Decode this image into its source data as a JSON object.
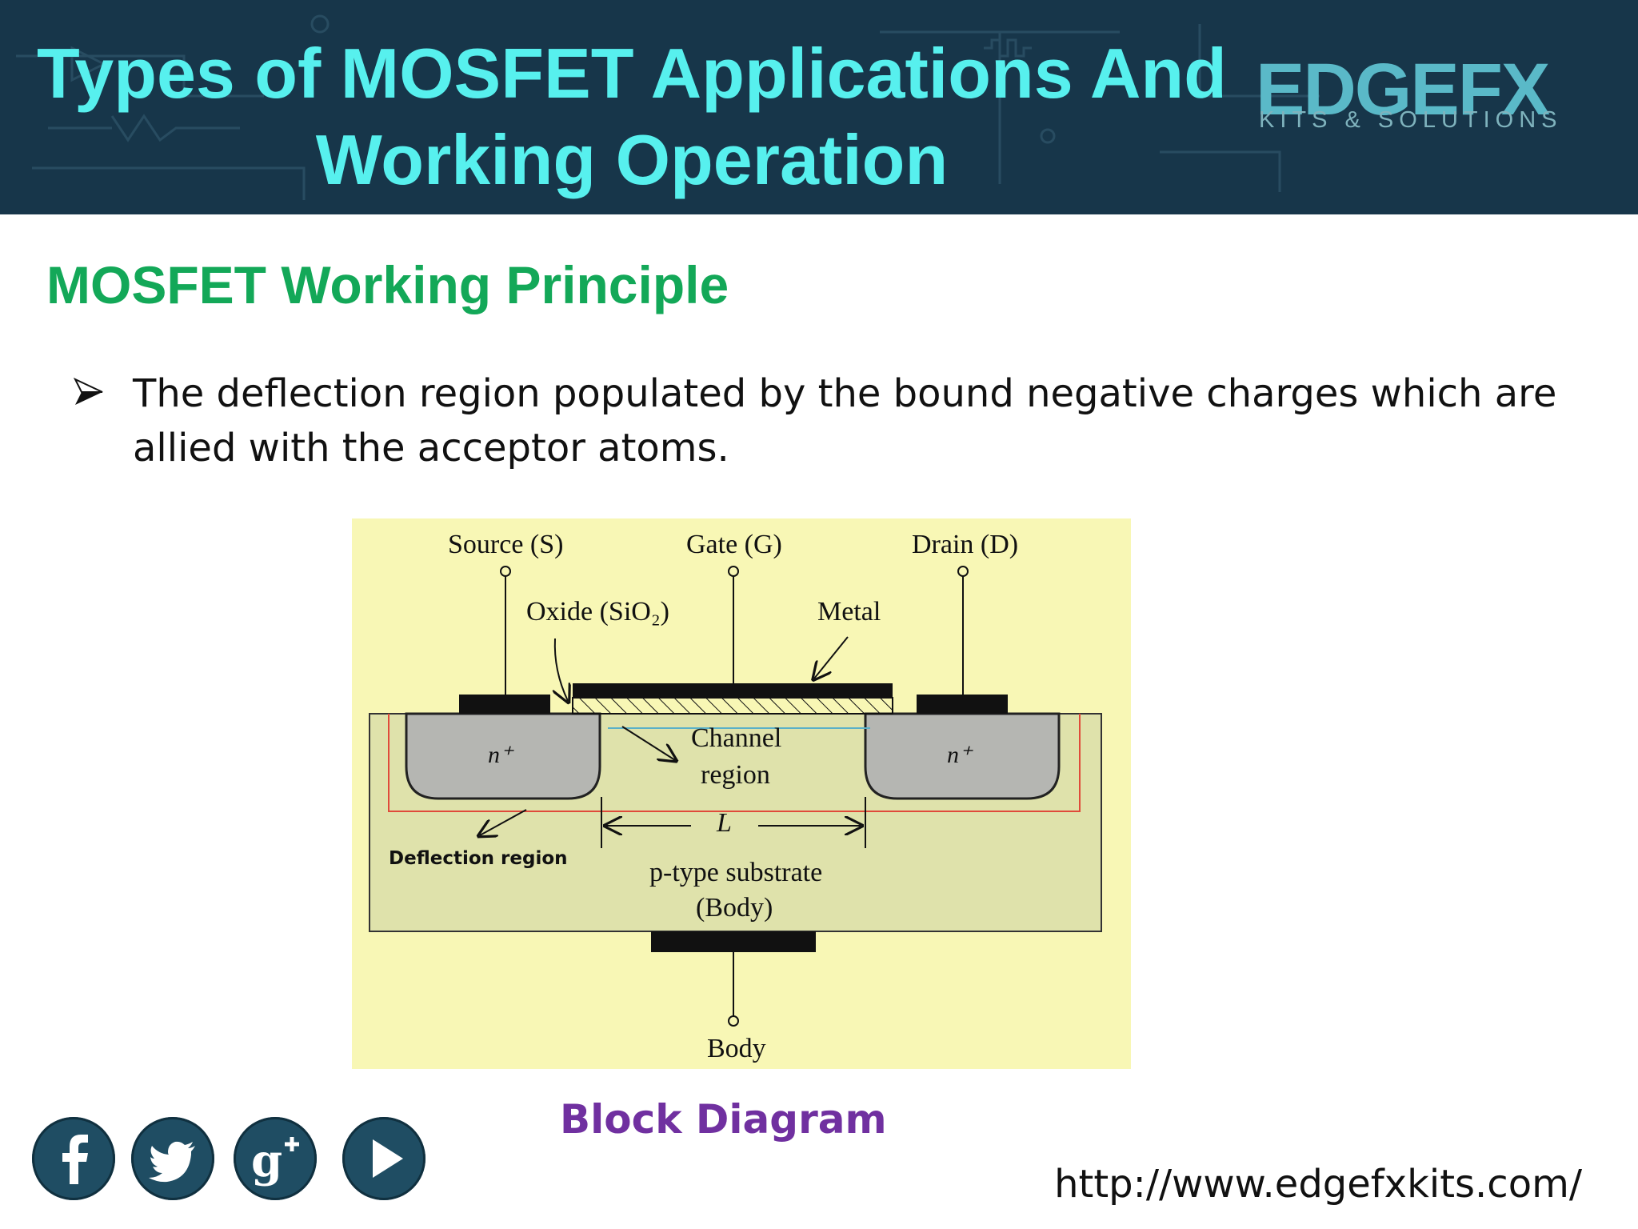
{
  "header": {
    "title_line1": "Types of MOSFET Applications And",
    "title_line2": "Working Operation",
    "logo_word": "EDGEFX",
    "logo_tagline": "KITS & SOLUTIONS",
    "background_color": "#17364a",
    "title_color": "#57f0ee"
  },
  "section": {
    "heading": "MOSFET Working Principle",
    "heading_color": "#13a858"
  },
  "bullets": [
    {
      "icon": "arrow-bullet-icon",
      "text": "The deflection region populated by the bound negative charges which are allied with the acceptor atoms."
    }
  ],
  "diagram": {
    "background_color": "#f8f7b5",
    "labels": {
      "source": "Source (S)",
      "gate": "Gate (G)",
      "drain": "Drain (D)",
      "oxide": "Oxide (SiO₂)",
      "metal": "Metal",
      "n_left": "n⁺",
      "n_right": "n⁺",
      "channel": "Channel",
      "region": "region",
      "length": "L",
      "deflection": "Deflection region",
      "substrate": "p-type substrate",
      "body_paren": "(Body)",
      "body": "Body"
    }
  },
  "caption": "Block Diagram",
  "caption_color": "#7030a0",
  "socials": [
    {
      "name": "facebook-icon",
      "glyph": "f"
    },
    {
      "name": "twitter-icon",
      "glyph": "t"
    },
    {
      "name": "google-plus-icon",
      "glyph": "g+"
    },
    {
      "name": "youtube-play-icon",
      "glyph": "play"
    }
  ],
  "footer_url": "http://www.edgefxkits.com/"
}
